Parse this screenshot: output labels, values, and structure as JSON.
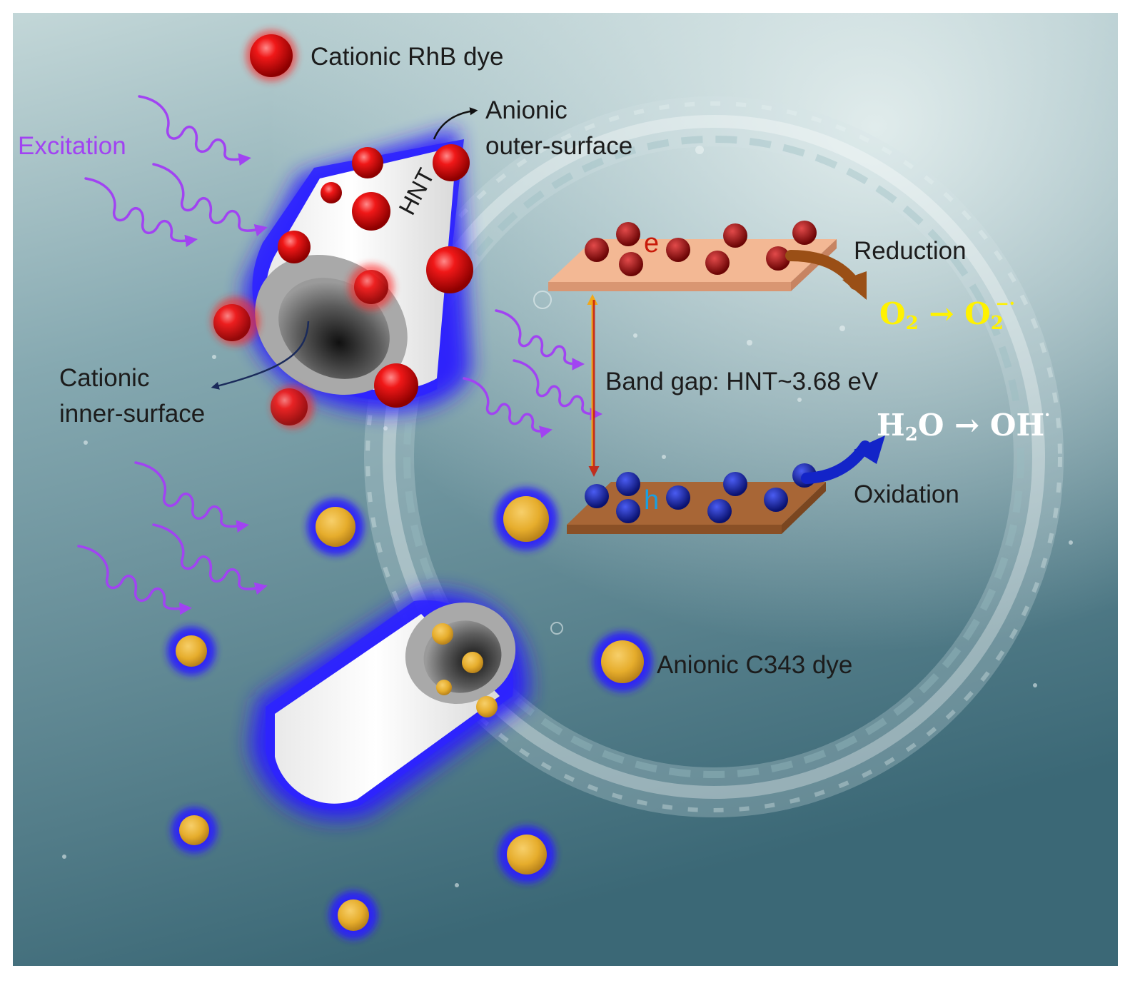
{
  "labels": {
    "rhb_dye": "Cationic RhB dye",
    "anionic_outer": "Anionic",
    "anionic_outer_2": "outer-surface",
    "excitation": "Excitation",
    "hnt": "HNT",
    "cationic_inner": "Cationic",
    "cationic_inner_2": "inner-surface",
    "electron": "e",
    "hole": "h",
    "reduction": "Reduction",
    "oxidation": "Oxidation",
    "band_gap": "Band gap: HNT~3.68 eV",
    "c343_dye": "Anionic C343 dye"
  },
  "equations": {
    "reduction": {
      "lhs": "O",
      "lhs_sub": "2",
      "arrow": "→",
      "rhs": "O",
      "rhs_sub": "2",
      "rhs_sup": "−·"
    },
    "oxidation": {
      "lhs": "H",
      "lhs_sub": "2",
      "lhs_tail": "O",
      "arrow": "→",
      "rhs": "OH",
      "rhs_sup": "·"
    }
  },
  "colors": {
    "background_top": "#b9cfd1",
    "background_bottom": "#3f6d7a",
    "rhb": "#d81010",
    "c343": "#e6ad2c",
    "glow": "#2a1cff",
    "excitation": "#a143f2",
    "conduction_band": "#f3b894",
    "valence_band": "#a86636",
    "electron": "#9c0a0a",
    "hole": "#0d1a9c",
    "reduction_arrow": "#9a4f16",
    "oxidation_arrow": "#1324c8",
    "equation_yellow": "#fff200"
  }
}
